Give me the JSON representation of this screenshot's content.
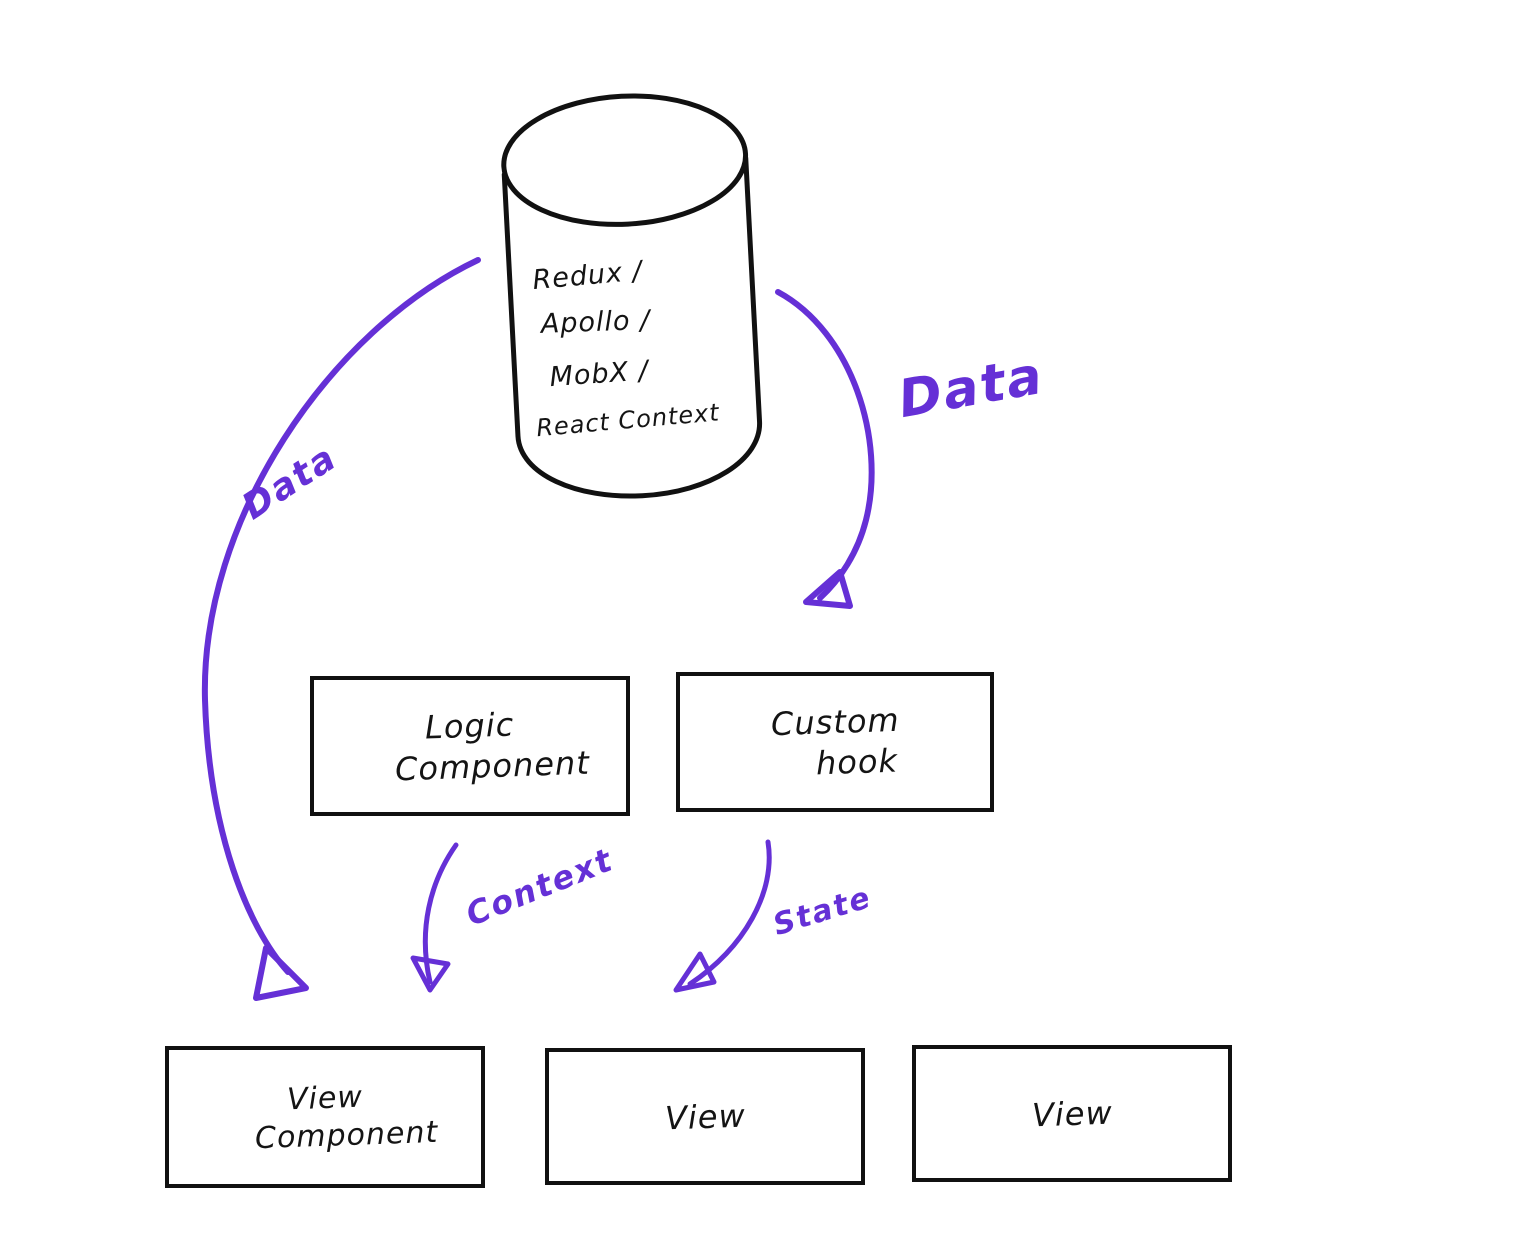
{
  "diagram": {
    "background_color": "#ffffff",
    "ink_color": "#111111",
    "accent_color": "#6530d6",
    "cylinder": {
      "lines": [
        "Redux /",
        "Apollo /",
        "MobX /",
        "React Context"
      ]
    },
    "boxes": [
      {
        "id": "logic-component",
        "lines": [
          "Logic",
          "Component"
        ]
      },
      {
        "id": "custom-hook",
        "lines": [
          "Custom",
          "hook"
        ]
      },
      {
        "id": "view-component",
        "lines": [
          "View",
          "Component"
        ]
      },
      {
        "id": "view-2",
        "lines": [
          "View"
        ]
      },
      {
        "id": "view-3",
        "lines": [
          "View"
        ]
      }
    ],
    "labels": {
      "data_left": "Data",
      "data_right": "Data",
      "context": "Context",
      "state": "State"
    }
  }
}
